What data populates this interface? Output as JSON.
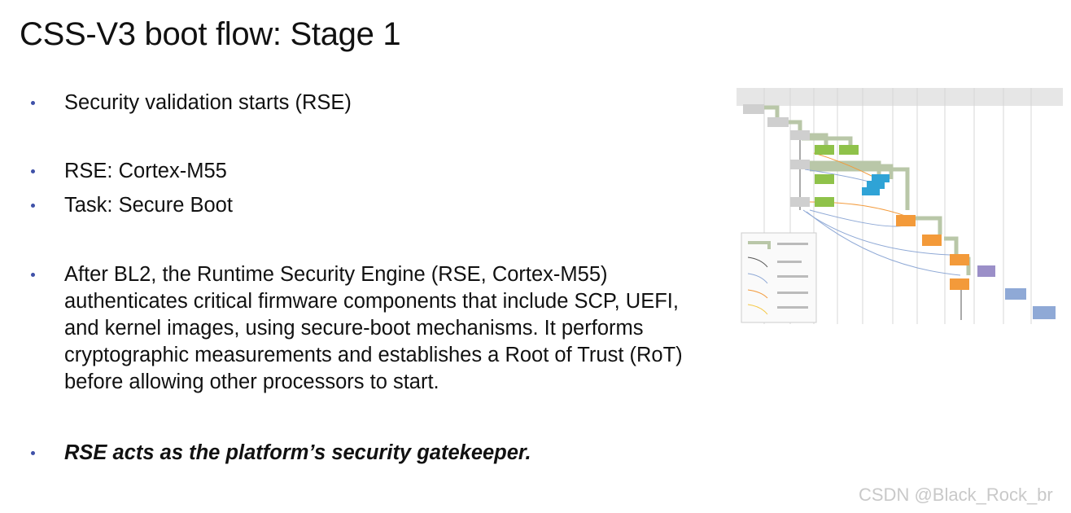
{
  "slide": {
    "title": "CSS-V3 boot flow: Stage 1",
    "bullets": [
      {
        "text": "Security validation starts (RSE)"
      },
      {
        "text": "RSE: Cortex-M55"
      },
      {
        "text": "Task: Secure Boot"
      },
      {
        "text": "After BL2, the Runtime Security Engine (RSE, Cortex-M55) authenticates critical firmware components that include SCP, UEFI, and kernel images, using secure-boot mechanisms. It performs cryptographic measurements and establishes a Root of Trust (RoT) before allowing other processors to start."
      },
      {
        "text": "RSE acts as the platform’s security gatekeeper."
      }
    ]
  },
  "diagram": {
    "colors": {
      "green": "#8fc24a",
      "blue": "#2fa3d6",
      "orange": "#f39a3a",
      "purple": "#9b8fc8",
      "lightblue": "#8fa9d6",
      "gray": "#cfcfcf",
      "arrow": "#b9c7a8"
    }
  },
  "watermark": "CSDN @Black_Rock_br"
}
